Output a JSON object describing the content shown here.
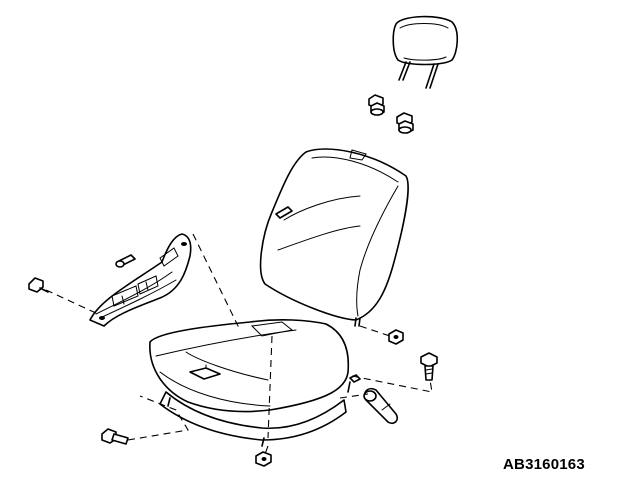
{
  "figure": {
    "code": "AB3160163"
  },
  "parts": [
    {
      "name": "headrest"
    },
    {
      "name": "headrest-guide-clips"
    },
    {
      "name": "seatback"
    },
    {
      "name": "seat-cushion"
    },
    {
      "name": "recliner-cover"
    },
    {
      "name": "cover-screw"
    },
    {
      "name": "cover-pin"
    },
    {
      "name": "nut"
    },
    {
      "name": "bolt"
    },
    {
      "name": "recliner-lever"
    },
    {
      "name": "front-bolt"
    },
    {
      "name": "front-nut"
    }
  ]
}
